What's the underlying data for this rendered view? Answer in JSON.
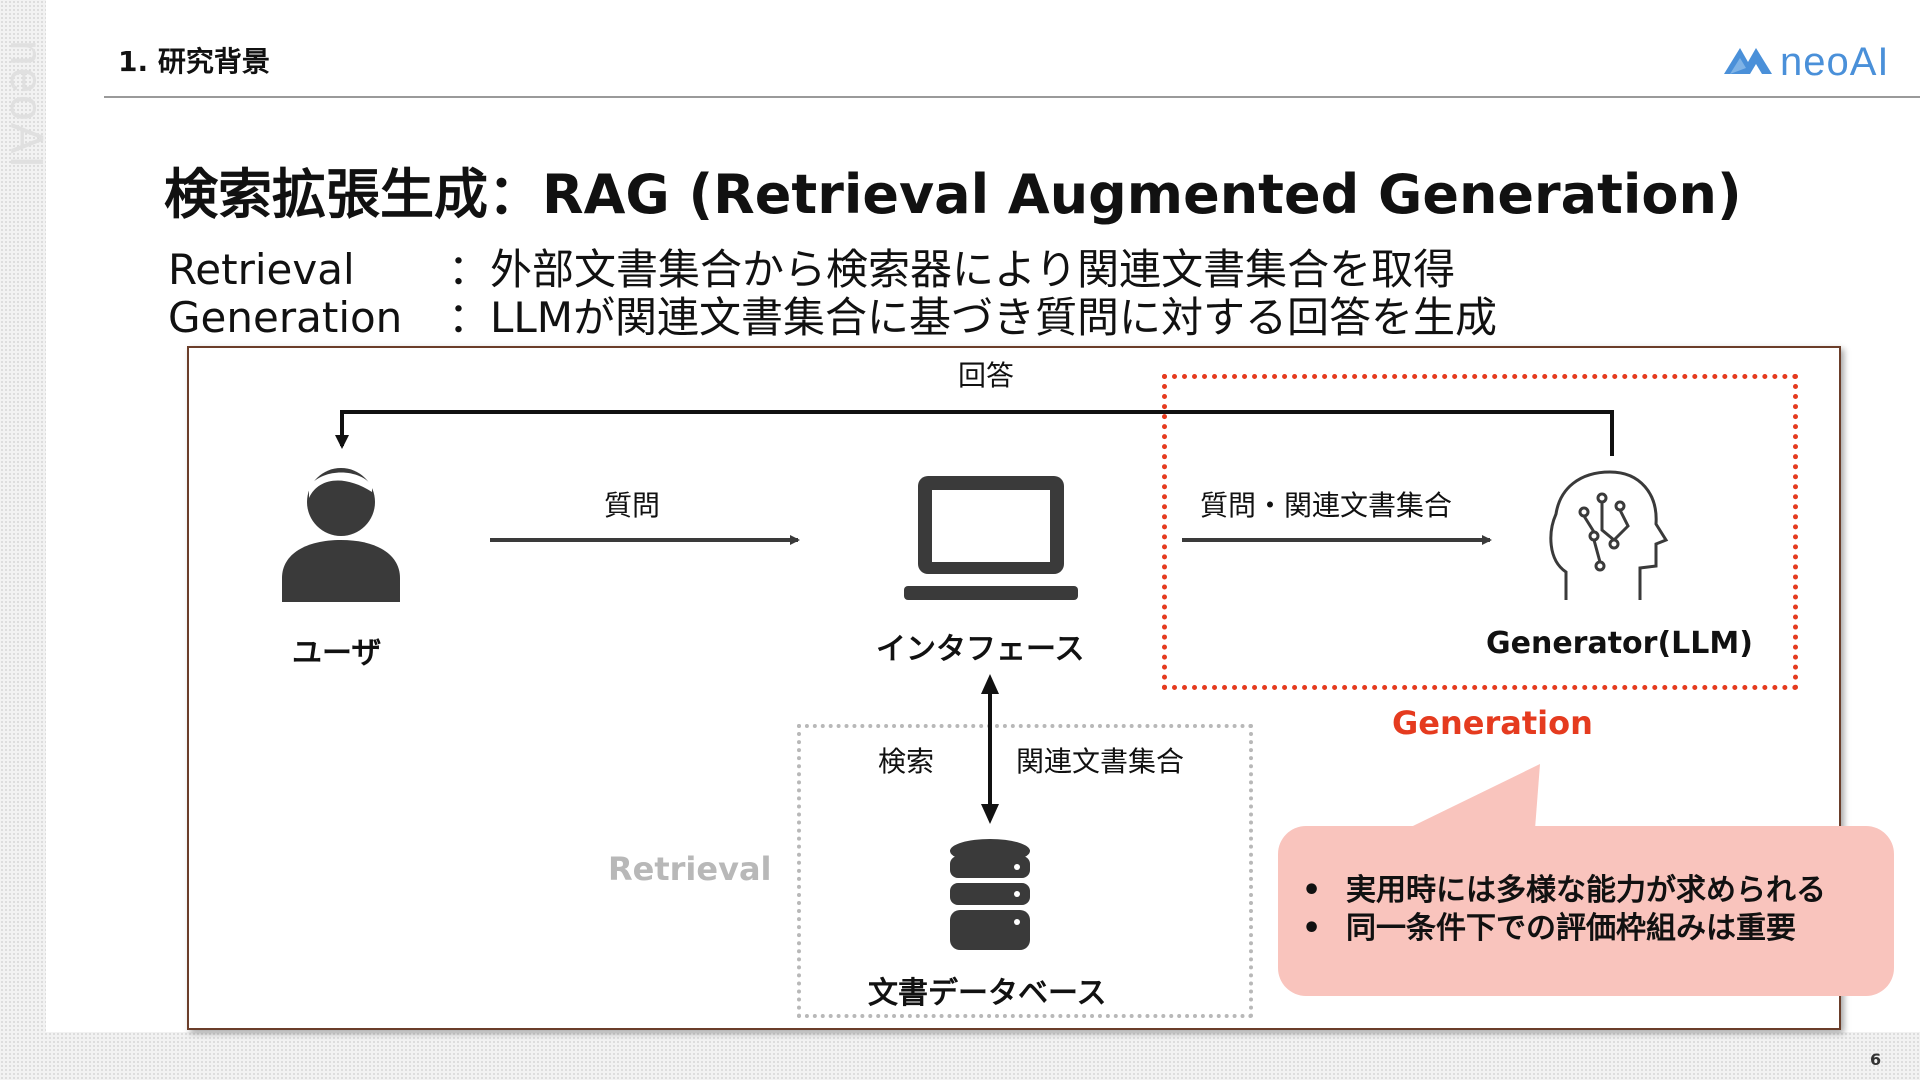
{
  "header": {
    "section_title": "1. 研究背景",
    "logo_text": "neoAI",
    "side_watermark": "neoAI"
  },
  "title": "検索拡張生成：RAG (Retrieval Augmented Generation)",
  "definitions": [
    {
      "term": "Retrieval",
      "desc": "：外部文書集合から検索器により関連文書集合を取得"
    },
    {
      "term": "Generation",
      "desc": "：LLMが関連文書集合に基づき質問に対する回答を生成"
    }
  ],
  "diagram": {
    "nodes": {
      "user": "ユーザ",
      "interface": "インタフェース",
      "generator": "Generator(LLM)",
      "database": "文書データベース"
    },
    "edges": {
      "answer": "回答",
      "question": "質問",
      "question_docs": "質問・関連文書集合",
      "search": "検索",
      "related_docs": "関連文書集合"
    },
    "regions": {
      "generation": "Generation",
      "retrieval": "Retrieval"
    },
    "colors": {
      "generation": "#e53b1f",
      "retrieval": "#b8b8b8",
      "callout": "#f9c4bd",
      "icon": "#3a3a3a"
    }
  },
  "callout": {
    "items": [
      "実用時には多様な能力が求められる",
      "同一条件下での評価枠組みは重要"
    ]
  },
  "page_number": "6"
}
